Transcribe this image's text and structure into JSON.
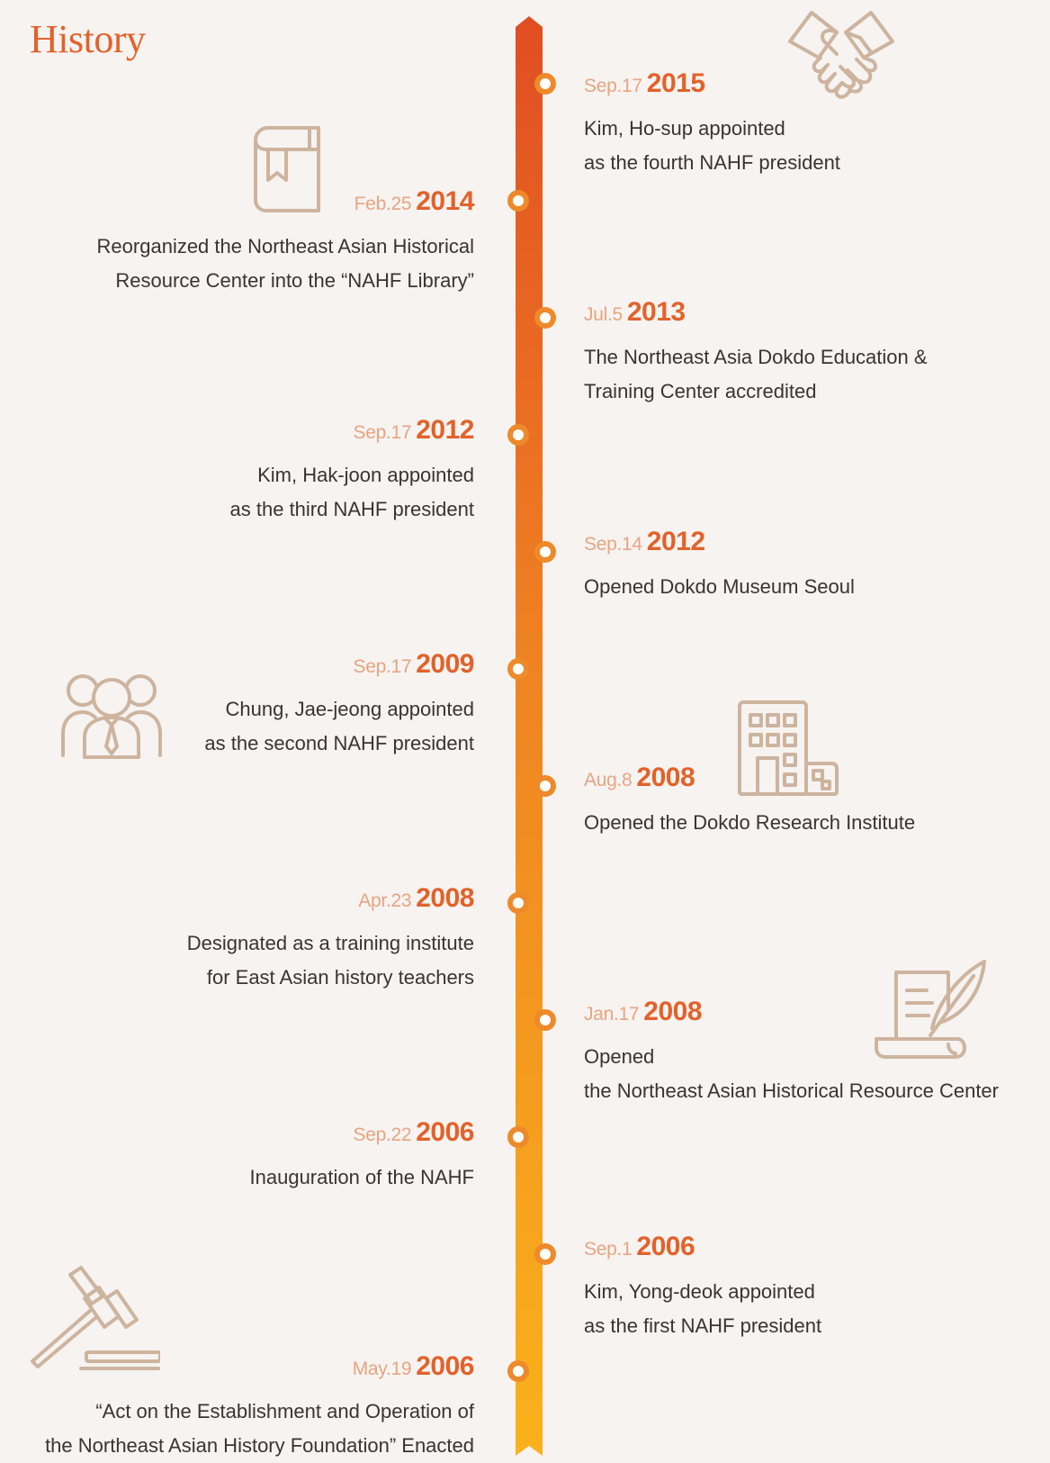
{
  "page": {
    "title": "History"
  },
  "icons": [
    "handshake-icon",
    "book-icon",
    "people-icon",
    "building-icon",
    "scroll-quill-icon",
    "gavel-icon"
  ],
  "colors": {
    "accent": "#e2622b",
    "date": "#e7a581",
    "text": "#3a3430",
    "icon": "#cdb49f",
    "background": "#f6f3f0"
  },
  "events": [
    {
      "date": "Sep.17",
      "year": "2015",
      "lines": [
        "Kim, Ho-sup appointed",
        "as the fourth NAHF president"
      ]
    },
    {
      "date": "Feb.25",
      "year": "2014",
      "lines": [
        "Reorganized the Northeast Asian Historical",
        "Resource Center into the “NAHF Library”"
      ]
    },
    {
      "date": "Jul.5",
      "year": "2013",
      "lines": [
        "The Northeast Asia Dokdo Education &",
        "Training Center accredited"
      ]
    },
    {
      "date": "Sep.17",
      "year": "2012",
      "lines": [
        "Kim, Hak-joon appointed",
        "as the third NAHF president"
      ]
    },
    {
      "date": "Sep.14",
      "year": "2012",
      "lines": [
        "Opened Dokdo Museum Seoul"
      ]
    },
    {
      "date": "Sep.17",
      "year": "2009",
      "lines": [
        "Chung, Jae-jeong appointed",
        "as the second NAHF president"
      ]
    },
    {
      "date": "Aug.8",
      "year": "2008",
      "lines": [
        "Opened the Dokdo Research Institute"
      ]
    },
    {
      "date": "Apr.23",
      "year": "2008",
      "lines": [
        "Designated as a training institute",
        "for East Asian history teachers"
      ]
    },
    {
      "date": "Jan.17",
      "year": "2008",
      "lines": [
        "Opened",
        "the Northeast Asian Historical Resource Center"
      ]
    },
    {
      "date": "Sep.22",
      "year": "2006",
      "lines": [
        "Inauguration of the NAHF"
      ]
    },
    {
      "date": "Sep.1",
      "year": "2006",
      "lines": [
        "Kim, Yong-deok appointed",
        "as the first NAHF president"
      ]
    },
    {
      "date": "May.19",
      "year": "2006",
      "lines": [
        "“Act on the Establishment and Operation of",
        "the Northeast Asian History Foundation” Enacted"
      ]
    }
  ]
}
